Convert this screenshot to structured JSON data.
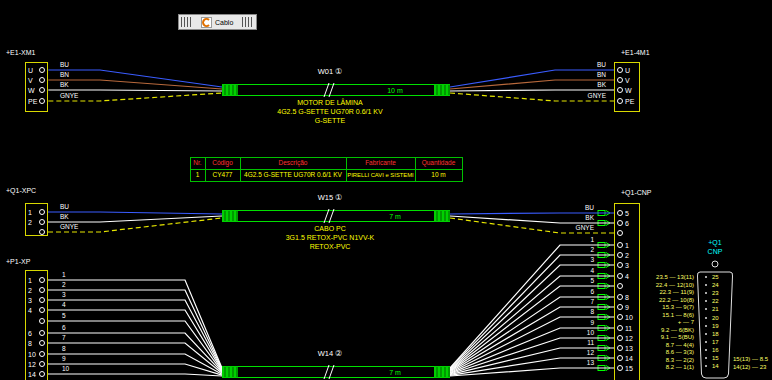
{
  "diagram": {
    "nodes": [
      {
        "text": [
          "Cablo"
        ]
      },
      {
        "text": [
          "+E1-XM1",
          "U",
          "V",
          "W",
          "PE"
        ]
      },
      {
        "text": [
          "W01 ①",
          "10 m",
          "MOTOR DE LÂMINA",
          "4G2.5 G-SETTE UG70R 0.6/1 KV",
          "G-SETTE"
        ]
      },
      {
        "text": [
          "+E1-4M1",
          "U",
          "V",
          "W",
          "PE"
        ]
      },
      {
        "text": [
          "+Q1-XPC",
          "1",
          "2"
        ]
      },
      {
        "text": [
          "W15 ①",
          "7 m",
          "CABO PC",
          "3G1.5 RETOX-PVC N1VV-K",
          "RETOX-PVC"
        ]
      },
      {
        "text": [
          "+Q1-CNP",
          "5",
          "6",
          "1",
          "2",
          "3",
          "4",
          "8",
          "9",
          "10",
          "11",
          "12",
          "13",
          "14",
          "15"
        ]
      },
      {
        "text": [
          "+P1-XP",
          "1",
          "2",
          "3",
          "4",
          "6",
          "8",
          "10",
          "12",
          "14"
        ]
      },
      {
        "text": [
          "W14 ②",
          "7 m"
        ]
      }
    ],
    "edges": [
      {
        "from": 1,
        "to": 2,
        "arrow": "none"
      },
      {
        "from": 2,
        "to": 3,
        "arrow": "none"
      },
      {
        "from": 4,
        "to": 5,
        "arrow": "none"
      },
      {
        "from": 5,
        "to": 6,
        "arrow": "none"
      },
      {
        "from": 7,
        "to": 8,
        "arrow": "none"
      },
      {
        "from": 8,
        "to": 6,
        "arrow": "none"
      }
    ],
    "labels": [
      "Nr.",
      "Código",
      "Descrição",
      "Fabricante",
      "Quantidade",
      "1",
      "CY477",
      "4G2.5 G-SETTE UG70R 0.6/1 KV",
      "PIRELLI CAVI e SISTEMI",
      "10 m",
      "BU",
      "BN",
      "BK",
      "GNYE",
      "BU",
      "BN",
      "BK",
      "GNYE",
      "BU",
      "BK",
      "GNYE",
      "BU",
      "BK",
      "GNYE",
      "1",
      "2",
      "3",
      "4",
      "5",
      "6",
      "7",
      "8",
      "9",
      "10",
      "11",
      "12",
      "13",
      "1",
      "2",
      "3",
      "4",
      "5",
      "6",
      "7",
      "8",
      "9",
      "10",
      "+Q1",
      "CNP",
      "25",
      "24",
      "23",
      "22",
      "21",
      "20",
      "19",
      "18",
      "17",
      "16",
      "15",
      "14",
      "23.5 — 13(11)",
      "22.4 — 12(10)",
      "22.3 — 11(9)",
      "22.2 — 10(8)",
      "15.3 — 9(7)",
      "15.1 — 8(6)",
      "+ — 7",
      "9.2 — 6(BK)",
      "9.1 — 5(BU)",
      "8.7 — 4(4)",
      "8.6 — 3(3)",
      "8.3 — 2(2)",
      "8.2 — 1(1)",
      "15(13) — 8.5",
      "14(12) — 23"
    ]
  }
}
